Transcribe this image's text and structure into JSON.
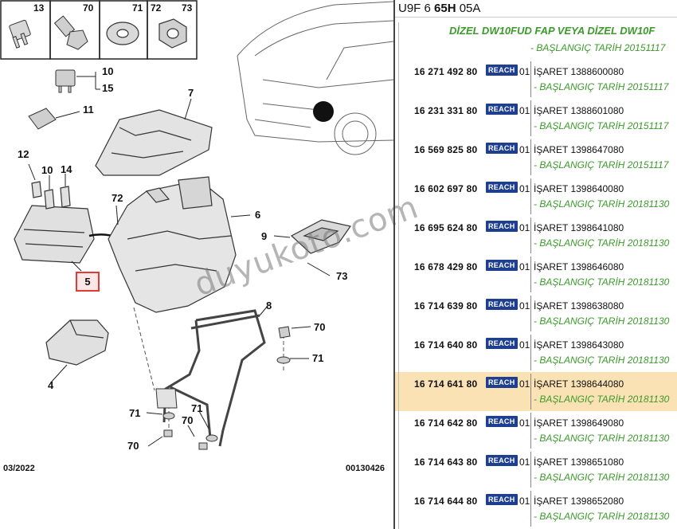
{
  "diagram": {
    "callouts": [
      "13",
      "70",
      "71",
      "72",
      "73",
      "10",
      "15",
      "11",
      "7",
      "12",
      "10",
      "14",
      "72",
      "6",
      "9",
      "73",
      "8",
      "70",
      "71",
      "4",
      "71",
      "70",
      "71",
      "70"
    ],
    "selected_callout": "5",
    "date_code": "03/2022",
    "ref_code": "00130426",
    "watermark": "duyukoto.com"
  },
  "header": {
    "model_prefix": "U9F 6 ",
    "model_bold": "65H",
    "model_suffix": " 05A"
  },
  "engine": "DİZEL DW10FUD FAP VEYA DİZEL DW10F",
  "first_date": "- BAŞLANGIÇ TARİH 20151117",
  "parts": [
    {
      "pn": "16 271 492 80",
      "reach": "REACH",
      "qty": "01",
      "desc": "İŞARET 1388600080",
      "date": "- BAŞLANGIÇ TARİH 20151117"
    },
    {
      "pn": "16 231 331 80",
      "reach": "REACH",
      "qty": "01",
      "desc": "İŞARET 1388601080",
      "date": "- BAŞLANGIÇ TARİH 20151117"
    },
    {
      "pn": "16 569 825 80",
      "reach": "REACH",
      "qty": "01",
      "desc": "İŞARET 1398647080",
      "date": "- BAŞLANGIÇ TARİH 20151117"
    },
    {
      "pn": "16 602 697 80",
      "reach": "REACH",
      "qty": "01",
      "desc": "İŞARET 1398640080",
      "date": "- BAŞLANGIÇ TARİH 20181130"
    },
    {
      "pn": "16 695 624 80",
      "reach": "REACH",
      "qty": "01",
      "desc": "İŞARET 1398641080",
      "date": "- BAŞLANGIÇ TARİH 20181130"
    },
    {
      "pn": "16 678 429 80",
      "reach": "REACH",
      "qty": "01",
      "desc": "İŞARET 1398646080",
      "date": "- BAŞLANGIÇ TARİH 20181130"
    },
    {
      "pn": "16 714 639 80",
      "reach": "REACH",
      "qty": "01",
      "desc": "İŞARET 1398638080",
      "date": "- BAŞLANGIÇ TARİH 20181130"
    },
    {
      "pn": "16 714 640 80",
      "reach": "REACH",
      "qty": "01",
      "desc": "İŞARET 1398643080",
      "date": "- BAŞLANGIÇ TARİH 20181130"
    },
    {
      "pn": "16 714 641 80",
      "reach": "REACH",
      "qty": "01",
      "desc": "İŞARET 1398644080",
      "date": "- BAŞLANGIÇ TARİH 20181130",
      "highlight": true
    },
    {
      "pn": "16 714 642 80",
      "reach": "REACH",
      "qty": "01",
      "desc": "İŞARET 1398649080",
      "date": "- BAŞLANGIÇ TARİH 20181130"
    },
    {
      "pn": "16 714 643 80",
      "reach": "REACH",
      "qty": "01",
      "desc": "İŞARET 1398651080",
      "date": "- BAŞLANGIÇ TARİH 20181130"
    },
    {
      "pn": "16 714 644 80",
      "reach": "REACH",
      "qty": "01",
      "desc": "İŞARET 1398652080",
      "date": "- BAŞLANGIÇ TARİH 20181130"
    }
  ],
  "colors": {
    "accent_green": "#3a9a2a",
    "reach_badge": "#1e3f8f",
    "highlight": "#fbe2b5",
    "selected_border": "#e53935"
  }
}
